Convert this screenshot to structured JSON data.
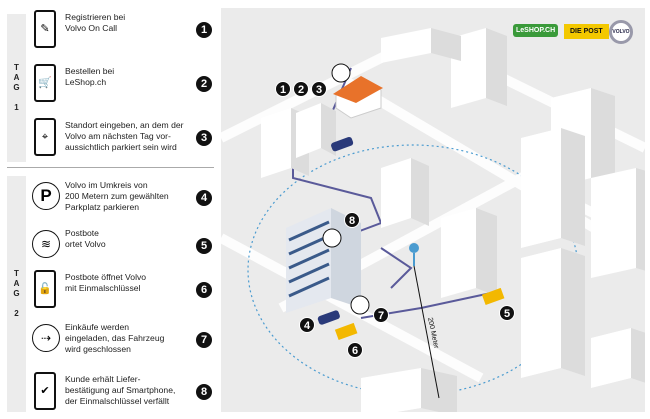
{
  "tags": [
    {
      "word": [
        "T",
        "A",
        "G"
      ],
      "day": "1"
    },
    {
      "word": [
        "T",
        "A",
        "G"
      ],
      "day": "2"
    }
  ],
  "steps": [
    {
      "num": "1",
      "icon": "phone-edit-icon",
      "lines": [
        "Registrieren bei",
        "Volvo On Call"
      ]
    },
    {
      "num": "2",
      "icon": "phone-cart-icon",
      "lines": [
        "Bestellen bei",
        "LeShop.ch"
      ]
    },
    {
      "num": "3",
      "icon": "phone-map-pin-icon",
      "lines": [
        "Standort eingeben, an dem der",
        "Volvo am nächsten Tag vor-",
        "aussichtlich parkiert sein wird"
      ]
    },
    {
      "num": "4",
      "icon": "parking-icon",
      "lines": [
        "Volvo im Umkreis von",
        "200 Metern zum gewählten",
        "Parkplatz parkieren"
      ]
    },
    {
      "num": "5",
      "icon": "wifi-icon",
      "lines": [
        "Postbote",
        "ortet Volvo"
      ]
    },
    {
      "num": "6",
      "icon": "phone-unlock-icon",
      "lines": [
        "Postbote öffnet Volvo",
        "mit Einmalschlüssel"
      ]
    },
    {
      "num": "7",
      "icon": "car-load-icon",
      "lines": [
        "Einkäufe werden",
        "eingeladen, das Fahrzeug",
        "wird geschlossen"
      ]
    },
    {
      "num": "8",
      "icon": "phone-check-lock-icon",
      "lines": [
        "Kunde erhält Liefer-",
        "bestätigung auf Smartphone,",
        "der Einmalschlüssel verfällt"
      ]
    }
  ],
  "map": {
    "markers": [
      "1",
      "2",
      "3",
      "8",
      "7",
      "4",
      "6",
      "5"
    ],
    "distance_label": "200 Meter",
    "logos": {
      "leshop": "LeSHOP.CH",
      "post": "DIE POST",
      "volvo": "VOLVO"
    },
    "colors": {
      "route": "#5a5a9a",
      "radius": "#4a9bd0",
      "roof": "#e8722a",
      "post_van": "#f3b800",
      "car": "#2a3a7a"
    }
  }
}
